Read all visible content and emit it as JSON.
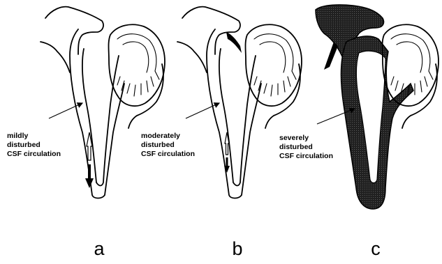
{
  "panels": [
    {
      "letter": "a",
      "caption_lines": [
        "mildly",
        "disturbed",
        "CSF circulation"
      ],
      "severity": "mild"
    },
    {
      "letter": "b",
      "caption_lines": [
        "moderately",
        "disturbed",
        "CSF circulation"
      ],
      "severity": "moderate"
    },
    {
      "letter": "c",
      "caption_lines": [
        "severely",
        "disturbed",
        "CSF circulation"
      ],
      "severity": "severe"
    }
  ]
}
